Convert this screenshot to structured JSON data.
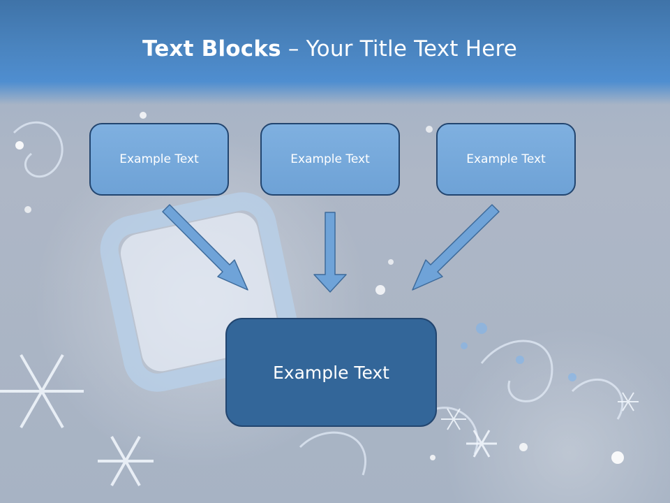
{
  "slide": {
    "title_bold": "Text Blocks",
    "title_rest": " – Your Title Text Here"
  },
  "blocks": [
    {
      "text": "Example Text"
    },
    {
      "text": "Example Text"
    },
    {
      "text": "Example Text"
    }
  ],
  "target_block": {
    "text": "Example Text"
  },
  "colors": {
    "header": "#4a84bf",
    "small_box": "#7aace0",
    "big_box": "#336699",
    "arrow": "#6fa3d8",
    "border": "#22456f"
  }
}
